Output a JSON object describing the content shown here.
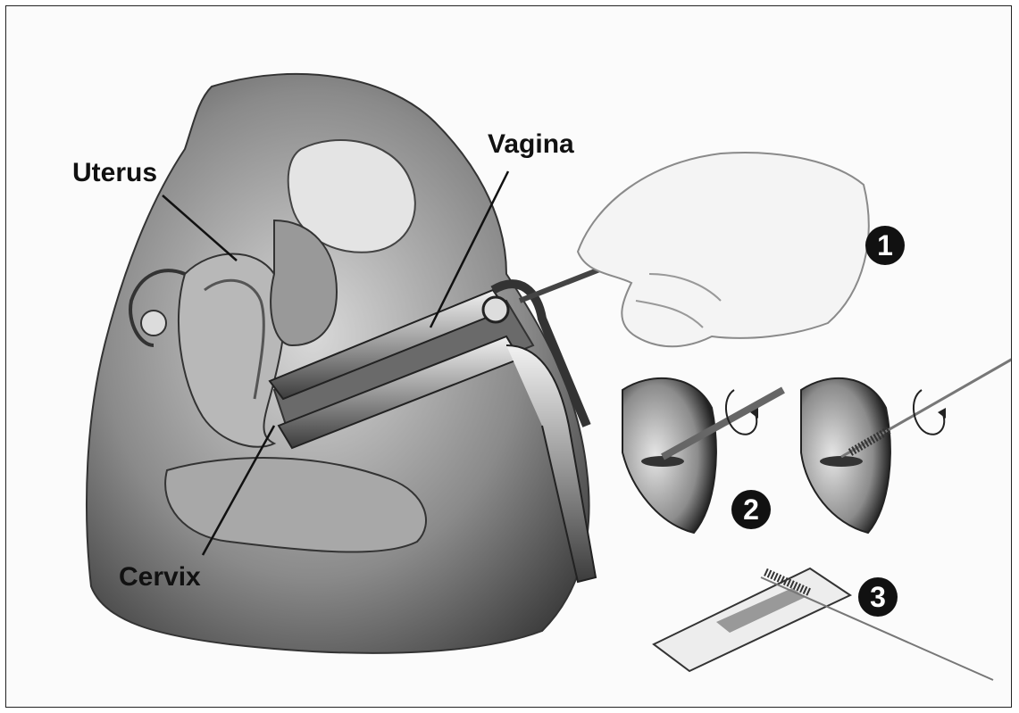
{
  "labels": {
    "uterus": "Uterus",
    "vagina": "Vagina",
    "cervix": "Cervix"
  },
  "steps": {
    "step1": "1",
    "step2": "2",
    "step3": "3"
  },
  "colors": {
    "ink": "#111111",
    "tissue_dark": "#3a3a3a",
    "tissue_mid": "#7a7a7a",
    "tissue_light": "#c8c8c8",
    "background": "#fbfbfb"
  },
  "icons": [
    "hand-icon",
    "speculum-icon",
    "spatula-icon",
    "cytobrush-icon",
    "glass-slide-icon",
    "rotation-arrow-icon"
  ]
}
